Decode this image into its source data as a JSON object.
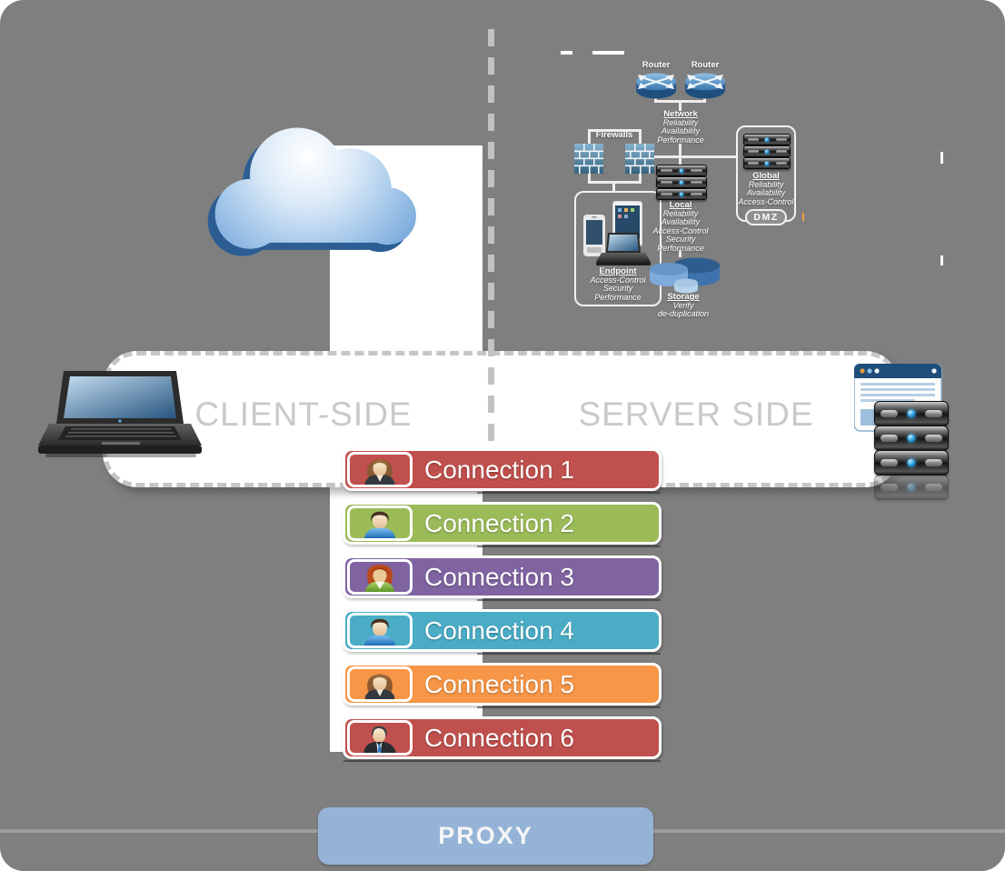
{
  "colors": {
    "background": "#7f7f7f",
    "divider": "#c2c2c2",
    "zone_label": "#c9c9c9",
    "proxy": "#95b3d7"
  },
  "zones": {
    "client": "CLIENT-SIDE",
    "server": "SERVER SIDE"
  },
  "proxy": {
    "label": "PROXY"
  },
  "connections": [
    {
      "label": "Connection 1",
      "color": "#c0504d",
      "avatar": "businesswoman"
    },
    {
      "label": "Connection 2",
      "color": "#9bbb59",
      "avatar": "young-man"
    },
    {
      "label": "Connection 3",
      "color": "#8064a2",
      "avatar": "red-haired-woman"
    },
    {
      "label": "Connection 4",
      "color": "#4bacc6",
      "avatar": "young-man"
    },
    {
      "label": "Connection 5",
      "color": "#f79646",
      "avatar": "businesswoman"
    },
    {
      "label": "Connection 6",
      "color": "#c0504d",
      "avatar": "businessman-suit"
    }
  ],
  "network_diagram": {
    "routers": [
      {
        "label": "Router"
      },
      {
        "label": "Router"
      }
    ],
    "network": {
      "title": "Network",
      "attributes": [
        "Reliability",
        "Availability",
        "Performance"
      ]
    },
    "firewalls": {
      "label": "Firewalls"
    },
    "endpoint": {
      "title": "Endpoint",
      "attributes": [
        "Access-Control",
        "Security",
        "Performance"
      ]
    },
    "local": {
      "title": "Local",
      "attributes": [
        "Reliability",
        "Availability",
        "Access-Control",
        "Security",
        "Performance"
      ]
    },
    "storage": {
      "title": "Storage",
      "attributes": [
        "Verify",
        "de-duplication"
      ]
    },
    "global": {
      "title": "Global",
      "attributes": [
        "Reliability",
        "Availability",
        "Access-Control"
      ],
      "badge": "DMZ"
    }
  }
}
